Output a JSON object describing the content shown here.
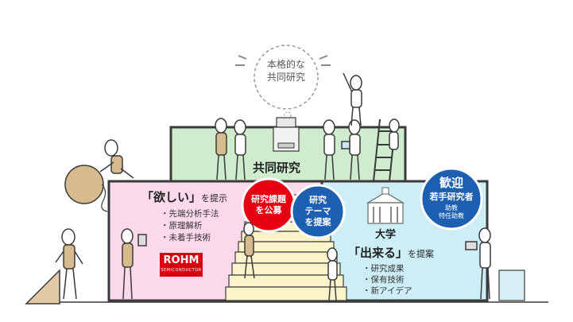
{
  "bubble": {
    "line1": "本格的な",
    "line2": "共同研究"
  },
  "joint": {
    "title": "共同研究"
  },
  "rohm": {
    "want_bracket": "「欲しい」",
    "want_suffix": "を提示",
    "items": [
      "・先端分析手法",
      "・原理解析",
      "・未着手技術"
    ],
    "logo": "ROHM",
    "logo_sub": "SEMICONDUCTOR"
  },
  "university": {
    "title": "大学",
    "can_bracket": "「出来る」",
    "can_suffix": "を提案",
    "items": [
      "・研究成果",
      "・保有技術",
      "・新アイデア"
    ]
  },
  "circles": {
    "red": {
      "line1": "研究課題",
      "line2": "を公募"
    },
    "blue": {
      "line1": "研究",
      "line2": "テーマ",
      "line3": "を提案"
    },
    "welcome": {
      "line1": "歓迎",
      "line2": "若手研究者",
      "line3": "助教",
      "line4": "特任助教"
    }
  },
  "colors": {
    "joint_bg": "#cfeccf",
    "rohm_bg": "#fbd9ea",
    "univ_bg": "#cdeef6",
    "red_circle": "#e60012",
    "blue_circle": "#1d5fb0",
    "rohm_red": "#d7000f",
    "outline": "#3a3a3a",
    "stairs": "#fbf3c9"
  },
  "icons": [
    "idea-bubble-icon",
    "printer-icon",
    "university-building-icon",
    "ladder-icon",
    "stairs-icon"
  ]
}
